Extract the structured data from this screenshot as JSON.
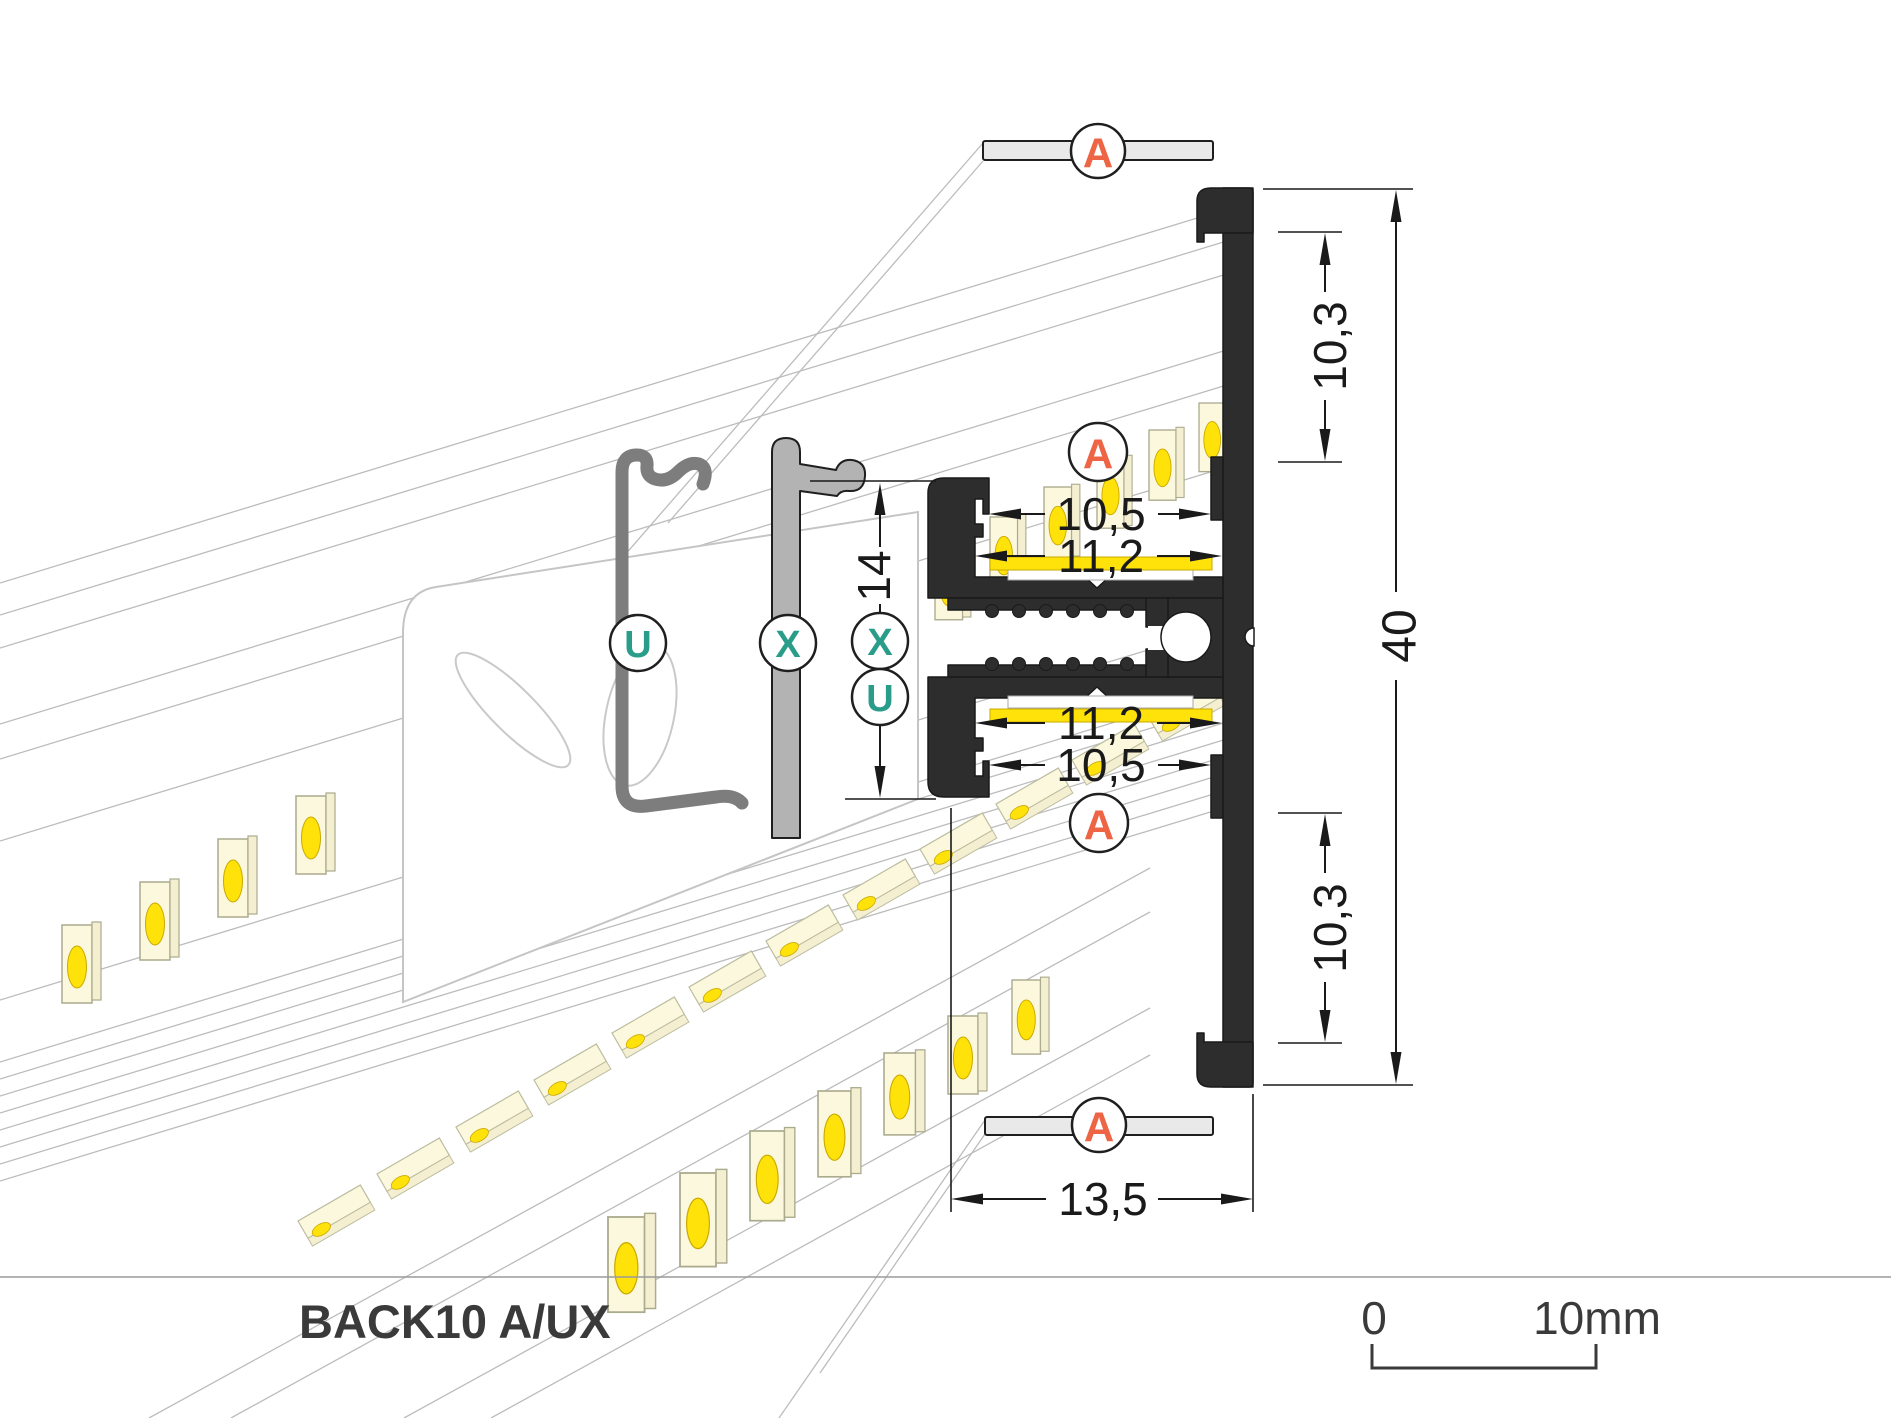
{
  "title": "BACK10 A/UX",
  "scale_bar": {
    "start_label": "0",
    "end_label": "10mm"
  },
  "markers": {
    "cover_a": "A",
    "bracket_u": "U",
    "cover_x": "X"
  },
  "dimensions": {
    "flange_gap_top": "10,3",
    "channel_opening_top": "10,5",
    "channel_inner_top": "11,2",
    "cover_height": "14",
    "total_height": "40",
    "channel_inner_bottom": "11,2",
    "channel_opening_bottom": "10,5",
    "flange_gap_bottom": "10,3",
    "profile_width": "13,5"
  },
  "colors": {
    "marker_accent": "#ED6545",
    "component_accent": "#2A9D8A",
    "profile": "#2D2D2D",
    "led_yellow": "#FFE20A",
    "led_chip": "#FCF8DE",
    "cover": "#E9E9E9",
    "clip": "#7D7D7D",
    "cover_x": "#B3B3B3",
    "scene_lines": "#BCBCBC",
    "dimension": "#1A1A1A"
  }
}
